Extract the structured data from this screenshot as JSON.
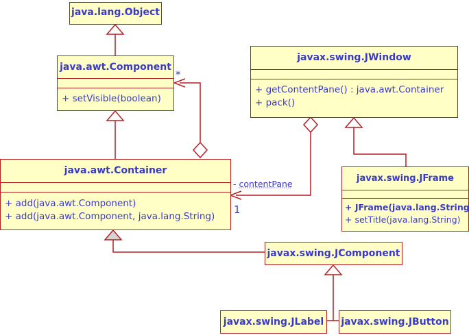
{
  "classes": {
    "object": {
      "name": "java.lang.Object"
    },
    "component": {
      "name": "java.awt.Component",
      "methods": [
        "+ setVisible(boolean)"
      ]
    },
    "container": {
      "name": "java.awt.Container",
      "methods": [
        "+ add(java.awt.Component)",
        "+ add(java.awt.Component, java.lang.String)"
      ]
    },
    "jwindow": {
      "name": "javax.swing.JWindow",
      "methods": [
        "+ getContentPane() : java.awt.Container",
        "+ pack()"
      ]
    },
    "jframe": {
      "name": "javax.swing.JFrame",
      "methods": [
        "+ JFrame(java.lang.String)",
        "+ setTitle(java.lang.String)"
      ]
    },
    "jcomponent": {
      "name": "javax.swing.JComponent"
    },
    "jlabel": {
      "name": "javax.swing.JLabel"
    },
    "jbutton": {
      "name": "javax.swing.JButton"
    }
  },
  "associations": {
    "children": {
      "multiplicity": "*"
    },
    "content_pane": {
      "role": "- contentPane",
      "multiplicity": "1"
    }
  },
  "colors": {
    "border": "#b41f23",
    "fill": "#ffffc6",
    "text": "#3a3ac8",
    "line": "#b41f23"
  }
}
